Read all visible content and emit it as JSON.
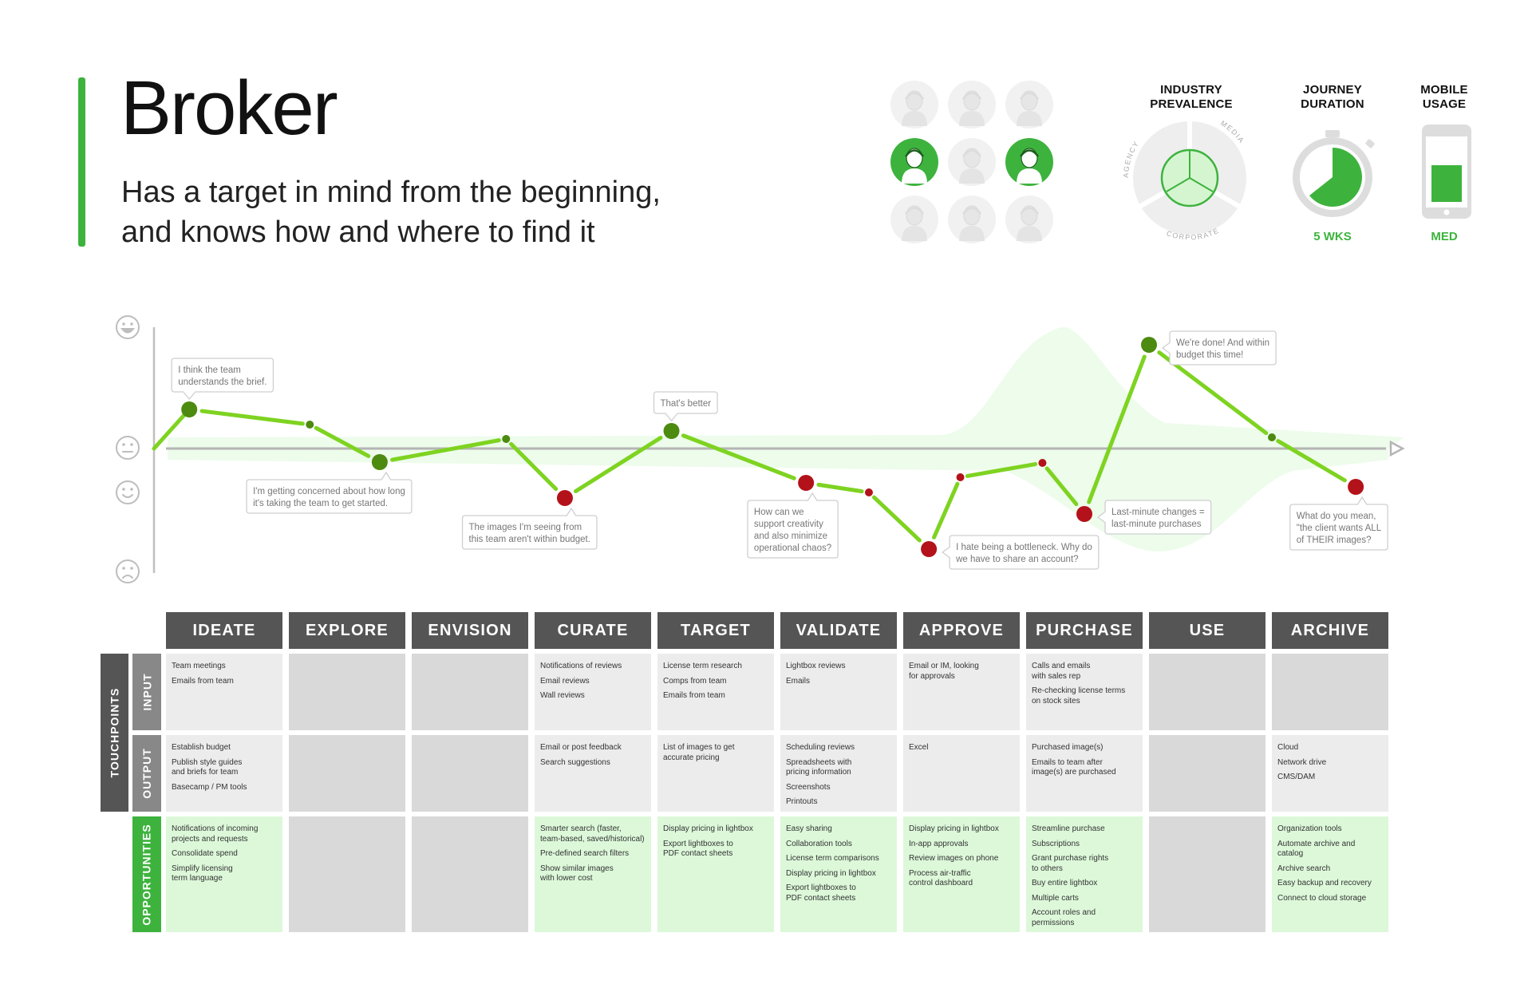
{
  "header": {
    "title": "Broker",
    "subtitle": "Has a target in mind from the beginning,\nand knows how and where to find it"
  },
  "colors": {
    "accent": "#3db33d",
    "positive": "#4c8a10",
    "negative": "#b3121a",
    "line": "#7ed321",
    "header_bg": "#555555",
    "opportunity_bg": "#dcf8d9"
  },
  "personas": {
    "grid": [
      [
        false,
        false,
        false
      ],
      [
        true,
        false,
        true
      ],
      [
        false,
        false,
        false
      ]
    ],
    "icons": [
      "person-icon"
    ]
  },
  "stats": {
    "industry": {
      "label": "INDUSTRY\nPREVALENCE",
      "segments": [
        "AGENCY",
        "MEDIA",
        "CORPORATE"
      ]
    },
    "duration": {
      "label": "JOURNEY\nDURATION",
      "value": "5 WKS"
    },
    "mobile": {
      "label": "MOBILE\nUSAGE",
      "value": "MED"
    }
  },
  "emotion_icons": [
    "very-happy-face-icon",
    "neutral-face-icon",
    "slightly-happy-face-icon",
    "sad-face-icon"
  ],
  "phases": [
    "IDEATE",
    "EXPLORE",
    "ENVISION",
    "CURATE",
    "TARGET",
    "VALIDATE",
    "APPROVE",
    "PURCHASE",
    "USE",
    "ARCHIVE"
  ],
  "row_labels": {
    "group": "TOUCHPOINTS",
    "input": "INPUT",
    "output": "OUTPUT",
    "opportunities": "OPPORTUNITIES"
  },
  "touchpoints": {
    "input": [
      [
        "Team meetings",
        "Emails from team"
      ],
      [],
      [],
      [
        "Notifications of reviews",
        "Email reviews",
        "Wall reviews"
      ],
      [
        "License term research",
        "Comps from team",
        "Emails from team"
      ],
      [
        "Lightbox reviews",
        "Emails"
      ],
      [
        "Email or IM, looking\nfor approvals"
      ],
      [
        "Calls and emails\nwith sales rep",
        "Re-checking license terms\non stock sites"
      ],
      [],
      []
    ],
    "output": [
      [
        "Establish budget",
        "Publish style guides\nand briefs for team",
        "Basecamp / PM tools"
      ],
      [],
      [],
      [
        "Email or post feedback",
        "Search suggestions"
      ],
      [
        "List of images to get\naccurate pricing"
      ],
      [
        "Scheduling reviews",
        "Spreadsheets with\npricing information",
        "Screenshots",
        "Printouts"
      ],
      [
        "Excel"
      ],
      [
        "Purchased image(s)",
        "Emails to team after\nimage(s) are purchased"
      ],
      [],
      [
        "Cloud",
        "Network drive",
        "CMS/DAM"
      ]
    ],
    "opportunities": [
      [
        "Notifications of incoming\nprojects and requests",
        "Consolidate spend",
        "Simplify licensing\nterm language"
      ],
      [],
      [],
      [
        "Smarter search (faster,\nteam-based, saved/historical)",
        "Pre-defined search filters",
        "Show similar images\nwith lower cost"
      ],
      [
        "Display pricing in lightbox",
        "Export lightboxes to\nPDF contact sheets"
      ],
      [
        "Easy sharing",
        "Collaboration tools",
        "License term comparisons",
        "Display pricing in lightbox",
        "Export lightboxes to\nPDF contact sheets"
      ],
      [
        "Display pricing in lightbox",
        "In-app approvals",
        "Review images on phone",
        "Process air-traffic\ncontrol dashboard"
      ],
      [
        "Streamline purchase",
        "Subscriptions",
        "Grant purchase rights\nto others",
        "Buy entire lightbox",
        "Multiple carts",
        "Account roles and\npermissions"
      ],
      [],
      [
        "Organization tools",
        "Automate archive and catalog",
        "Archive search",
        "Easy backup and recovery",
        "Connect to cloud storage"
      ]
    ]
  },
  "journey": {
    "points": [
      {
        "phase": 0,
        "pos": 0.2,
        "level": 0.49,
        "kind": "major",
        "sentiment": "positive"
      },
      {
        "phase": 1,
        "pos": 0.18,
        "level": 0.3,
        "kind": "minor",
        "sentiment": "positive"
      },
      {
        "phase": 1,
        "pos": 0.78,
        "level": -0.17,
        "kind": "major",
        "sentiment": "positive"
      },
      {
        "phase": 2,
        "pos": 0.81,
        "level": 0.12,
        "kind": "minor",
        "sentiment": "positive"
      },
      {
        "phase": 3,
        "pos": 0.26,
        "level": -0.62,
        "kind": "major",
        "sentiment": "negative"
      },
      {
        "phase": 4,
        "pos": 0.12,
        "level": 0.22,
        "kind": "major",
        "sentiment": "positive"
      },
      {
        "phase": 5,
        "pos": 0.22,
        "level": -0.43,
        "kind": "major",
        "sentiment": "negative"
      },
      {
        "phase": 5,
        "pos": 0.76,
        "level": -0.55,
        "kind": "minor",
        "sentiment": "negative"
      },
      {
        "phase": 6,
        "pos": 0.22,
        "level": -1.26,
        "kind": "major",
        "sentiment": "negative"
      },
      {
        "phase": 6,
        "pos": 0.49,
        "level": -0.36,
        "kind": "minor",
        "sentiment": "negative"
      },
      {
        "phase": 7,
        "pos": 0.14,
        "level": -0.18,
        "kind": "minor",
        "sentiment": "negative"
      },
      {
        "phase": 7,
        "pos": 0.5,
        "level": -0.82,
        "kind": "major",
        "sentiment": "negative"
      },
      {
        "phase": 8,
        "pos": 0.0,
        "level": 1.3,
        "kind": "major",
        "sentiment": "positive"
      },
      {
        "phase": 9,
        "pos": 0.0,
        "level": 0.14,
        "kind": "minor",
        "sentiment": "positive"
      },
      {
        "phase": 9,
        "pos": 0.72,
        "level": -0.48,
        "kind": "major",
        "sentiment": "negative"
      }
    ],
    "callouts": [
      {
        "text": "I think the team\nunderstands the brief.",
        "point": 0,
        "side": "above"
      },
      {
        "text": "I'm getting concerned about how long\nit's taking the team to get started.",
        "point": 2,
        "side": "below"
      },
      {
        "text": "The images I'm seeing from\nthis team aren't within budget.",
        "point": 4,
        "side": "below"
      },
      {
        "text": "That's better",
        "point": 5,
        "side": "above"
      },
      {
        "text": "How can we\nsupport creativity\nand also minimize\noperational chaos?",
        "point": 6,
        "side": "below"
      },
      {
        "text": "I hate being a bottleneck. Why do\nwe have to share an account?",
        "point": 8,
        "side": "right"
      },
      {
        "text": "Last-minute changes =\nlast-minute purchases",
        "point": 11,
        "side": "right"
      },
      {
        "text": "We're done! And within\nbudget this time!",
        "point": 12,
        "side": "right"
      },
      {
        "text": "What do you mean,\n\"the client wants ALL\nof THEIR images?",
        "point": 14,
        "side": "below"
      }
    ]
  }
}
